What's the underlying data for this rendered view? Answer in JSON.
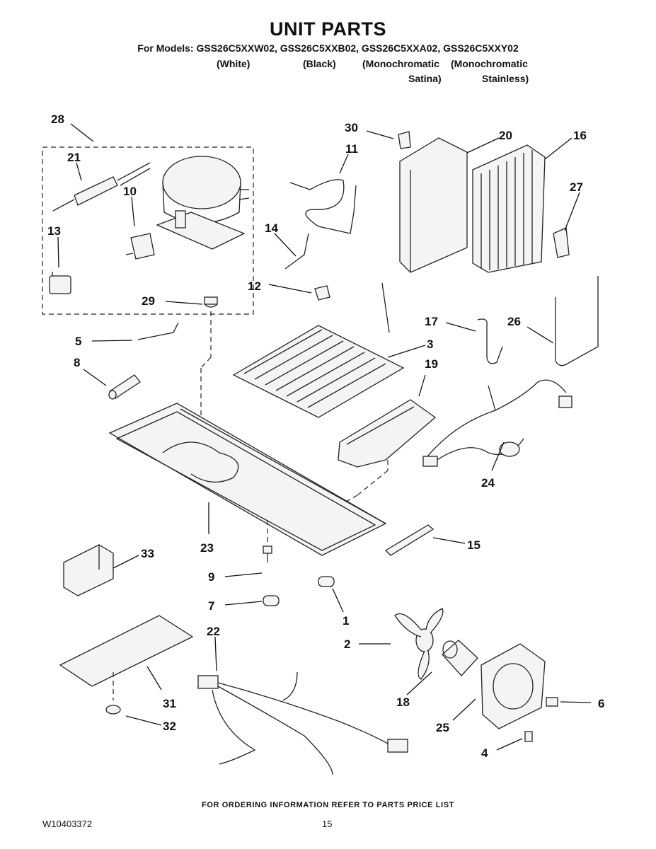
{
  "header": {
    "title": "UNIT PARTS",
    "models_line": "For Models: GSS26C5XXW02, GSS26C5XXB02, GSS26C5XXA02, GSS26C5XXY02",
    "variants": {
      "white": "(White)",
      "black": "(Black)",
      "mono_satina_1": "(Monochromatic",
      "mono_satina_2": "Satina)",
      "mono_stainless_1": "(Monochromatic",
      "mono_stainless_2": "Stainless)"
    }
  },
  "callouts": {
    "c1": "1",
    "c2": "2",
    "c3": "3",
    "c4": "4",
    "c5": "5",
    "c6": "6",
    "c7": "7",
    "c8": "8",
    "c9": "9",
    "c10": "10",
    "c11": "11",
    "c12": "12",
    "c13": "13",
    "c14": "14",
    "c15": "15",
    "c16": "16",
    "c17": "17",
    "c18": "18",
    "c19": "19",
    "c20": "20",
    "c21": "21",
    "c22": "22",
    "c23": "23",
    "c24": "24",
    "c25": "25",
    "c26": "26",
    "c27": "27",
    "c28": "28",
    "c29": "29",
    "c30": "30",
    "c31": "31",
    "c32": "32",
    "c33": "33"
  },
  "footer": {
    "ordering_note": "FOR ORDERING INFORMATION REFER TO PARTS PRICE LIST",
    "doc_number": "W10403372",
    "page_number": "15"
  }
}
